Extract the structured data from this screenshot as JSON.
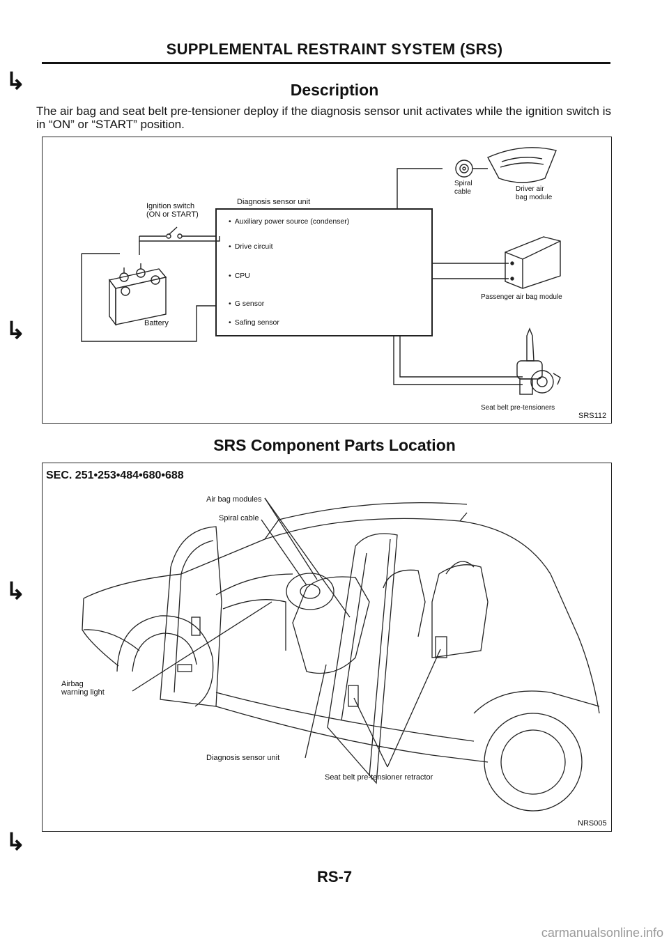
{
  "header": {
    "title": "SUPPLEMENTAL RESTRAINT SYSTEM (SRS)"
  },
  "description": {
    "heading": "Description",
    "text": "The air bag and seat belt pre-tensioner deploy if the diagnosis sensor unit activates while the ignition switch is in “ON” or “START” position."
  },
  "diagram1": {
    "ignition_switch_label": "Ignition switch\n(ON or START)",
    "battery_label": "Battery",
    "diagnosis_unit_label": "Diagnosis sensor unit",
    "unit_items": [
      "Auxiliary power source (condenser)",
      "Drive circuit",
      "CPU",
      "G sensor",
      "Safing sensor"
    ],
    "spiral_cable_label": "Spiral\ncable",
    "driver_air_bag_label": "Driver air\nbag module",
    "passenger_air_bag_label": "Passenger air bag module",
    "seat_belt_label": "Seat belt pre-tensioners",
    "code": "SRS112"
  },
  "location": {
    "heading": "SRS Component Parts Location",
    "sec": "SEC. 251•253•484•680•688",
    "air_bag_modules_label": "Air bag modules",
    "spiral_cable_label": "Spiral cable",
    "airbag_warning_light_label": "Airbag\nwarning light",
    "diagnosis_sensor_unit_label": "Diagnosis sensor unit",
    "seat_belt_retractor_label": "Seat belt pre-tensioner retractor",
    "code": "NRS005"
  },
  "footer": {
    "page": "RS-7",
    "watermark": "carmanualsonline.info"
  }
}
